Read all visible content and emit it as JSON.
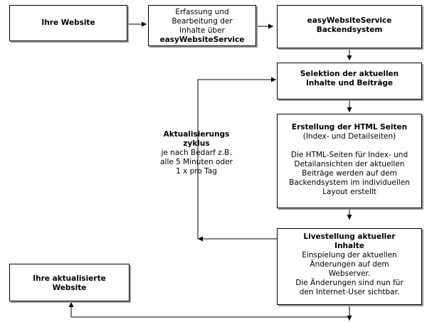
{
  "nodes": {
    "website": {
      "title": "Ihre Website"
    },
    "erfassung": {
      "lines": [
        "Erfassung und",
        "Bearbeitung der",
        "Inhalte über"
      ],
      "bold": "easyWebsiteService"
    },
    "backend": {
      "lines": [
        "easyWebsiteService",
        "Backendsystem"
      ]
    },
    "selektion": {
      "lines": [
        "Selektion der aktuellen",
        "Inhalte und Beiträge"
      ]
    },
    "erstellung": {
      "title": "Erstellung der HTML Seiten",
      "subtitle": "(Index- und Detailseiten)",
      "lines": [
        "Die HTML-Seiten für Index- und",
        "Detailansichten der aktuellen",
        "Beiträge werden auf dem",
        "Backendsystem im individuellen",
        "Layout erstellt"
      ]
    },
    "livestellung": {
      "title_lines": [
        "Livestellung aktueller",
        "Inhalte"
      ],
      "lines": [
        "Einspielung der aktuellen",
        "Änderungen auf dem",
        "Webserver.",
        "Die Änderungen sind nun für",
        "den Internet-User sichtbar."
      ]
    },
    "aktualisiert": {
      "lines": [
        "Ihre aktualisierte",
        "Website"
      ]
    }
  },
  "cycle": {
    "title_lines": [
      "Aktualisierungs",
      "zyklus"
    ],
    "lines": [
      "je nach Bedarf z.B.",
      "alle 5 Minuten oder",
      "1 x pro Tag"
    ]
  }
}
